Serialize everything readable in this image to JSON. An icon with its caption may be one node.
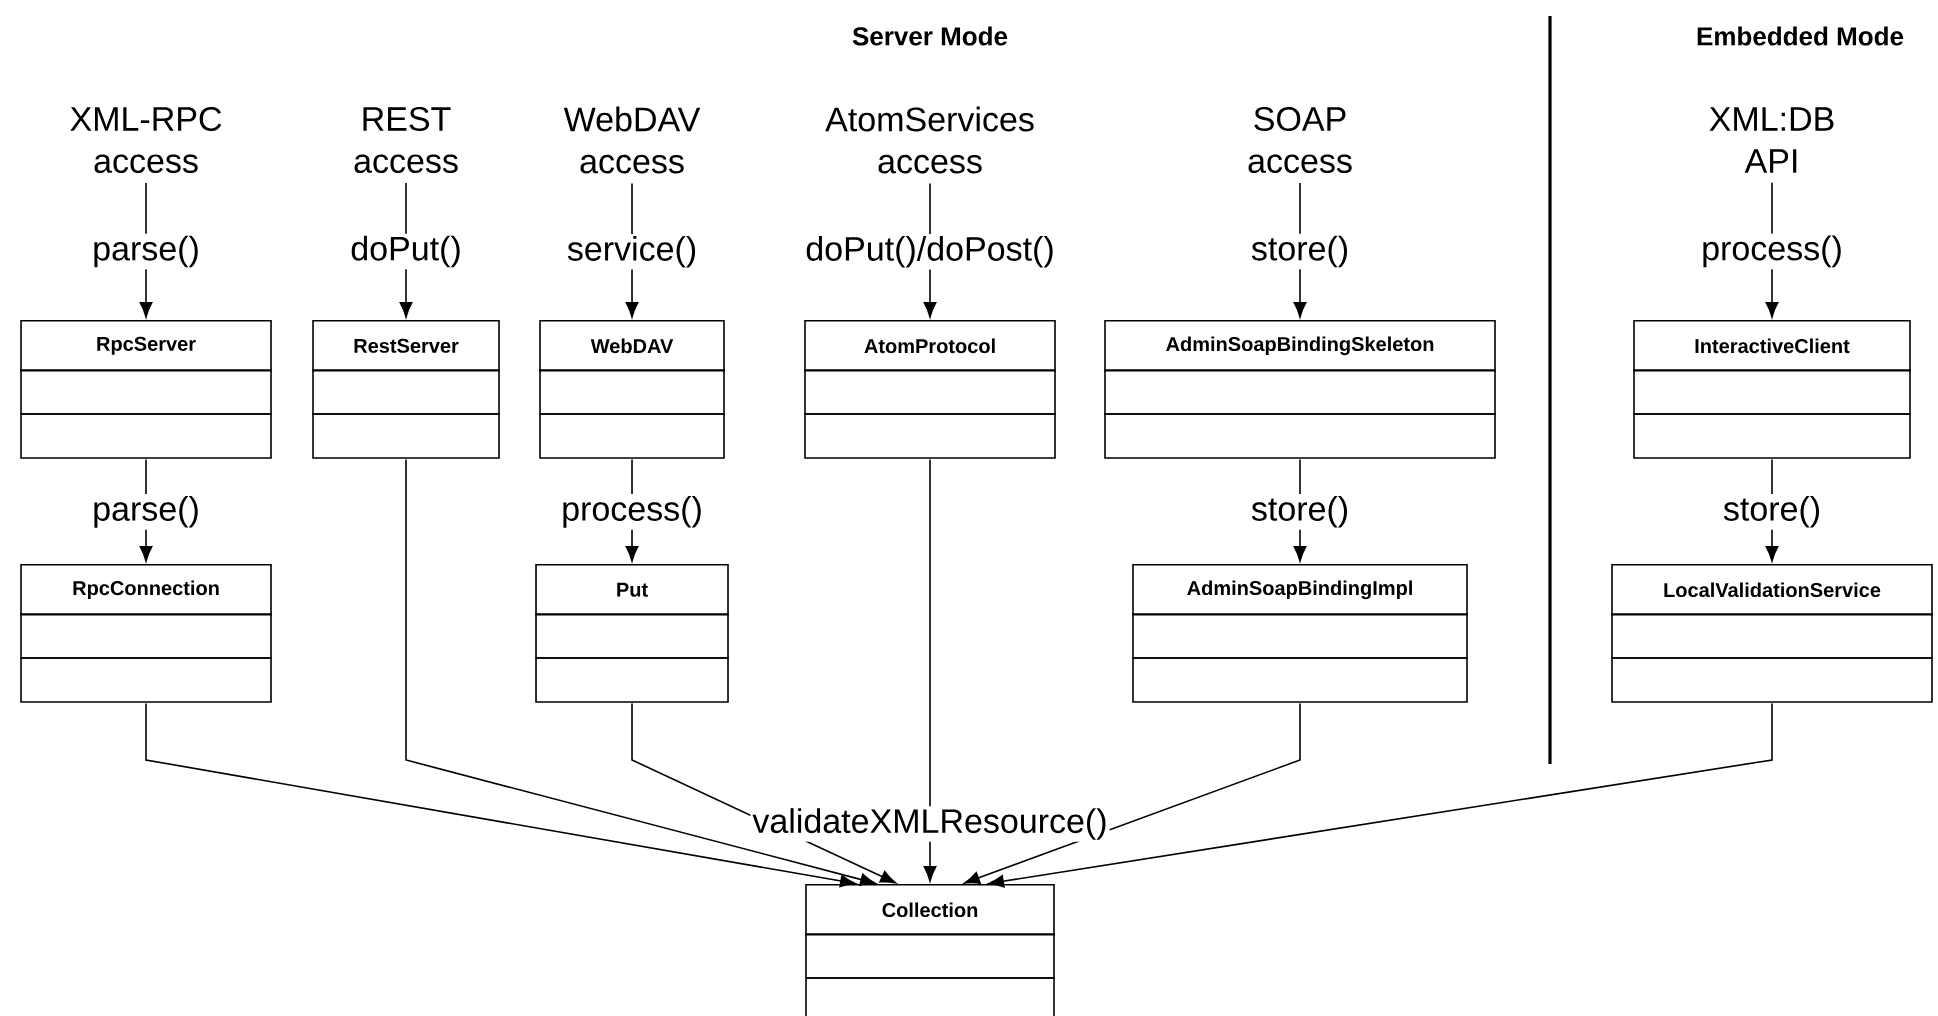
{
  "diagram": {
    "nodes": [
      {
        "text": [
          "XML-RPC access"
        ]
      },
      {
        "text": [
          "RpcServer"
        ]
      },
      {
        "text": [
          "RpcConnection"
        ]
      },
      {
        "text": [
          "REST access"
        ]
      },
      {
        "text": [
          "RestServer"
        ]
      },
      {
        "text": [
          "WebDAV access"
        ]
      },
      {
        "text": [
          "WebDAV"
        ]
      },
      {
        "text": [
          "Put"
        ]
      },
      {
        "text": [
          "AtomServices access"
        ]
      },
      {
        "text": [
          "AtomProtocol"
        ]
      },
      {
        "text": [
          "SOAP access"
        ]
      },
      {
        "text": [
          "AdminSoapBindingSkeleton"
        ]
      },
      {
        "text": [
          "AdminSoapBindingImpl"
        ]
      },
      {
        "text": [
          "XML:DB API"
        ]
      },
      {
        "text": [
          "InteractiveClient"
        ]
      },
      {
        "text": [
          "LocalValidationService"
        ]
      },
      {
        "text": [
          "Collection"
        ]
      }
    ],
    "edges": [
      {
        "from": 0,
        "to": 1,
        "arrow": "to",
        "label": "parse()"
      },
      {
        "from": 1,
        "to": 2,
        "arrow": "to",
        "label": "parse()"
      },
      {
        "from": 3,
        "to": 4,
        "arrow": "to",
        "label": "doPut()"
      },
      {
        "from": 5,
        "to": 6,
        "arrow": "to",
        "label": "service()"
      },
      {
        "from": 6,
        "to": 7,
        "arrow": "to",
        "label": "process()"
      },
      {
        "from": 8,
        "to": 9,
        "arrow": "to",
        "label": "doPut()/doPost()"
      },
      {
        "from": 10,
        "to": 11,
        "arrow": "to",
        "label": "store()"
      },
      {
        "from": 11,
        "to": 12,
        "arrow": "to",
        "label": "store()"
      },
      {
        "from": 13,
        "to": 14,
        "arrow": "to",
        "label": "process()"
      },
      {
        "from": 14,
        "to": 15,
        "arrow": "to",
        "label": "store()"
      },
      {
        "from": 2,
        "to": 16,
        "arrow": "to"
      },
      {
        "from": 4,
        "to": 16,
        "arrow": "to"
      },
      {
        "from": 7,
        "to": 16,
        "arrow": "to"
      },
      {
        "from": 9,
        "to": 16,
        "arrow": "to",
        "label": "validateXMLResource()"
      },
      {
        "from": 12,
        "to": 16,
        "arrow": "to"
      },
      {
        "from": 15,
        "to": 16,
        "arrow": "to"
      }
    ],
    "labels": [
      "Server Mode",
      "Embedded Mode"
    ]
  }
}
